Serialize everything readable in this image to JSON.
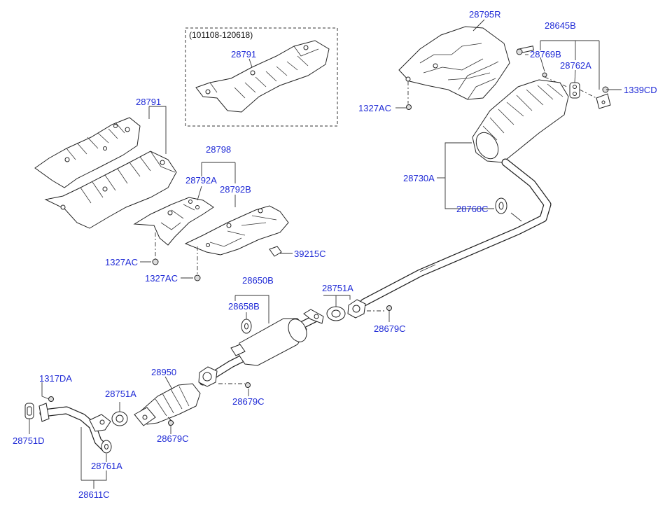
{
  "inset_note": "(101108-120618)",
  "labels": {
    "p28795R": "28795R",
    "p28645B": "28645B",
    "p28769B": "28769B",
    "p28762A": "28762A",
    "p1339CD": "1339CD",
    "p1327AC_top": "1327AC",
    "p28791_inset": "28791",
    "p28791_main": "28791",
    "p28798": "28798",
    "p28792A": "28792A",
    "p28792B": "28792B",
    "p39215C": "39215C",
    "p1327AC_left": "1327AC",
    "p1327AC_bottom": "1327AC",
    "p28730A": "28730A",
    "p28760C": "28760C",
    "p28650B": "28650B",
    "p28658B": "28658B",
    "p28751A_right": "28751A",
    "p28679C_right": "28679C",
    "p28950": "28950",
    "p28679C_mid": "28679C",
    "p28751A_left": "28751A",
    "p28679C_left": "28679C",
    "p1317DA": "1317DA",
    "p28751D": "28751D",
    "p28761A": "28761A",
    "p28611C": "28611C"
  },
  "colors": {
    "label": "#1f2ad6",
    "line": "#222222"
  }
}
